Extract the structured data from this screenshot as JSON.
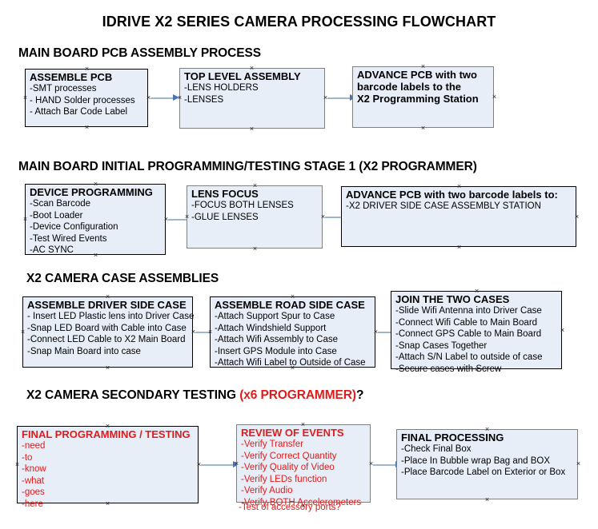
{
  "title": "IDRIVE X2  SERIES CAMERA PROCESSING FLOWCHART",
  "colors": {
    "box_fill": "#e8eef7",
    "box_border": "#000000",
    "box_border_gray": "#808080",
    "connector_shaft": "#9fb8cd",
    "connector_head": "#4a72b8",
    "red_text": "#e01b1b",
    "text": "#000000"
  },
  "sections": [
    {
      "heading": "MAIN BOARD PCB ASSEMBLY PROCESS",
      "heading_suffix_red": "",
      "heading_suffix_black": "",
      "boxes": [
        {
          "title": "ASSEMBLE PCB",
          "lines": [
            "-SMT processes",
            "- HAND Solder processes",
            "- Attach Bar Code Label"
          ]
        },
        {
          "title": "TOP LEVEL ASSEMBLY",
          "lines": [
            "-LENS HOLDERS",
            "-LENSES"
          ]
        },
        {
          "title": "ADVANCE PCB with two",
          "lines": [
            "barcode labels to the",
            " X2 Programming Station"
          ]
        }
      ]
    },
    {
      "heading": "MAIN BOARD INITIAL PROGRAMMING/TESTING STAGE 1 (X2 PROGRAMMER)",
      "heading_suffix_red": "",
      "heading_suffix_black": "",
      "boxes": [
        {
          "title": "DEVICE PROGRAMMING",
          "lines": [
            "-Scan Barcode",
            "-Boot Loader",
            "-Device Configuration",
            "-Test Wired Events",
            "-AC SYNC"
          ]
        },
        {
          "title": "LENS FOCUS",
          "lines": [
            "-FOCUS BOTH LENSES",
            "-GLUE LENSES"
          ]
        },
        {
          "title": "ADVANCE PCB with two barcode labels to:",
          "lines": [
            "-X2 DRIVER  SIDE  CASE  ASSEMBLY STATION"
          ]
        }
      ]
    },
    {
      "heading": "X2 CAMERA CASE ASSEMBLIES",
      "heading_suffix_red": "",
      "heading_suffix_black": "",
      "boxes": [
        {
          "title": "ASSEMBLE DRIVER SIDE CASE",
          "lines": [
            "- Insert LED Plastic lens into Driver Case",
            "-Snap LED Board with Cable into Case",
            "-Connect LED Cable to X2 Main Board",
            "-Snap Main Board into case"
          ]
        },
        {
          "title": "ASSEMBLE ROAD SIDE CASE",
          "lines": [
            "-Attach Support Spur to Case",
            "-Attach Windshield Support",
            "-Attach Wifi Assembly to Case",
            "-Insert GPS Module into Case",
            "-Attach Wifi Label to Outside of Case"
          ]
        },
        {
          "title": "JOIN THE TWO CASES",
          "lines": [
            "-Slide Wifi Antenna into Driver Case",
            "-Connect Wifi Cable to Main Board",
            "-Connect GPS Cable to Main Board",
            "-Snap Cases Together",
            "-Attach S/N Label to outside of case",
            "-Secure cases with Screw"
          ]
        }
      ]
    },
    {
      "heading": "X2 CAMERA SECONDARY TESTING ",
      "heading_suffix_red": "(x6 PROGRAMMER)",
      "heading_suffix_black": "?",
      "boxes": [
        {
          "title": "FINAL PROGRAMMING / TESTING",
          "lines": [
            "-need",
            "-to",
            "-know",
            "-what",
            "-goes",
            "-here"
          ]
        },
        {
          "title": "REVIEW OF EVENTS",
          "lines": [
            "-Verify Transfer",
            "-Verify Correct Quantity",
            "-Verify Quality of Video",
            "-Verify LEDs function",
            "-Verify Audio",
            "-Verify BOTH Accelerometers"
          ],
          "overflow_line": "-Test of accessory ports?"
        },
        {
          "title": "FINAL PROCESSING",
          "lines": [
            " -Check Final Box",
            "-Place In Bubble wrap Bag and BOX",
            "-Place Barcode Label on Exterior or Box"
          ]
        }
      ]
    }
  ]
}
